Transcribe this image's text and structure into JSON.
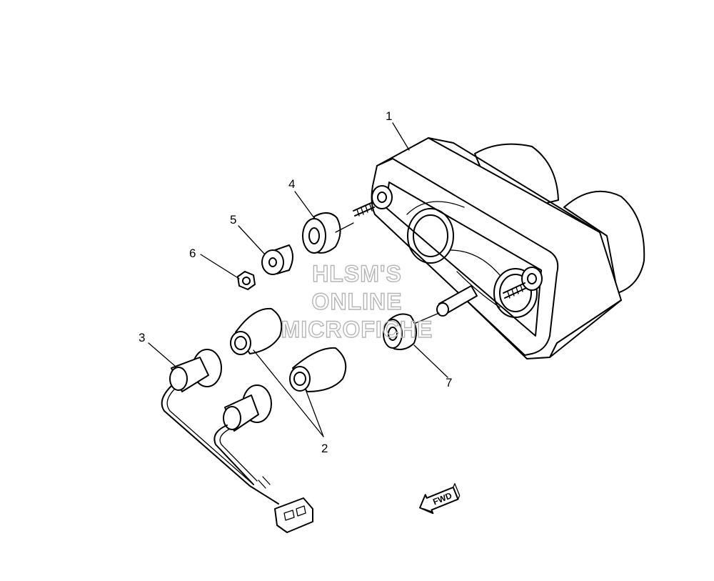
{
  "callouts": [
    {
      "id": "1",
      "label": "1"
    },
    {
      "id": "2",
      "label": "2"
    },
    {
      "id": "3",
      "label": "3"
    },
    {
      "id": "4",
      "label": "4"
    },
    {
      "id": "5",
      "label": "5"
    },
    {
      "id": "6",
      "label": "6"
    },
    {
      "id": "7",
      "label": "7"
    }
  ],
  "watermark": {
    "line1": "HLSM'S",
    "line2": "ONLINE",
    "line3": "MICROFICHE",
    "color": "#b5b5b5"
  },
  "direction_arrow": {
    "label": "FWD",
    "icon": "fwd-arrow-icon"
  }
}
